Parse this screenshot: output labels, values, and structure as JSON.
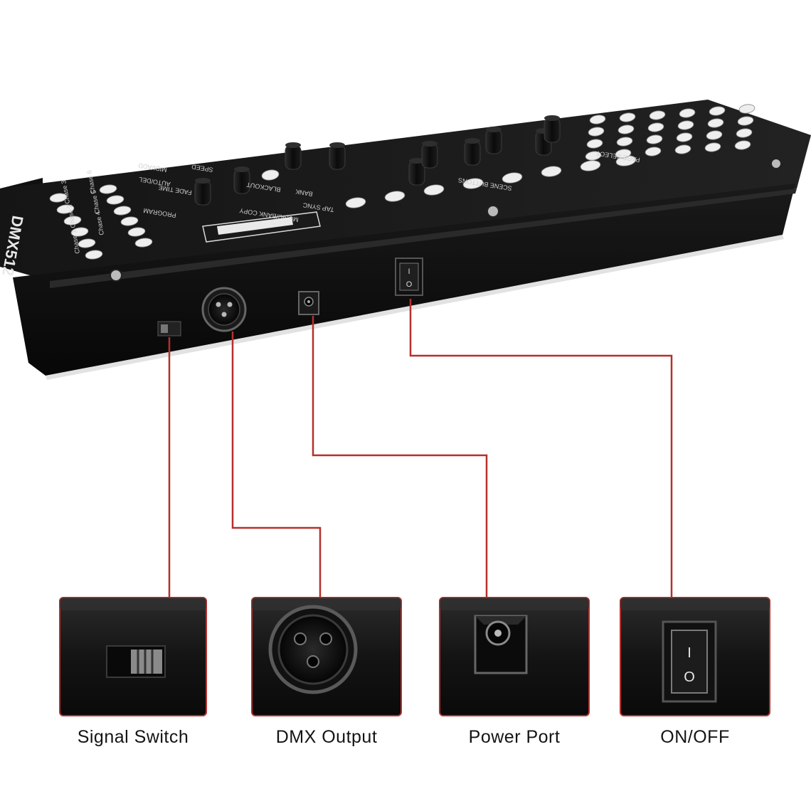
{
  "device": {
    "model_text": "DMX512",
    "panel_text": [
      "SCENE BUTTONS",
      "FADE TIME",
      "SPEED",
      "PROGRAM",
      "BANK",
      "MIDI/ADD",
      "AUTO/DEL",
      "MUSIC/BANK COPY",
      "BLACKOUT",
      "TAP SYNC",
      "PAGE SELECT",
      "Chase 1",
      "Chase 2",
      "Chase 3",
      "Chase 4",
      "Chase 5",
      "Chase 6"
    ]
  },
  "callouts": [
    {
      "id": "signal-switch",
      "label": "Signal Switch"
    },
    {
      "id": "dmx-output",
      "label": "DMX Output"
    },
    {
      "id": "power-port",
      "label": "Power Port"
    },
    {
      "id": "on-off",
      "label": "ON/OFF"
    }
  ],
  "switch_marks": {
    "on": "I",
    "off": "O"
  },
  "colors": {
    "background": "#ffffff",
    "device_body": "#0d0d0d",
    "panel": "#1b1b1b",
    "callout_line": "#b5302c",
    "button": "#eeeeee",
    "caption_text": "#141414"
  }
}
